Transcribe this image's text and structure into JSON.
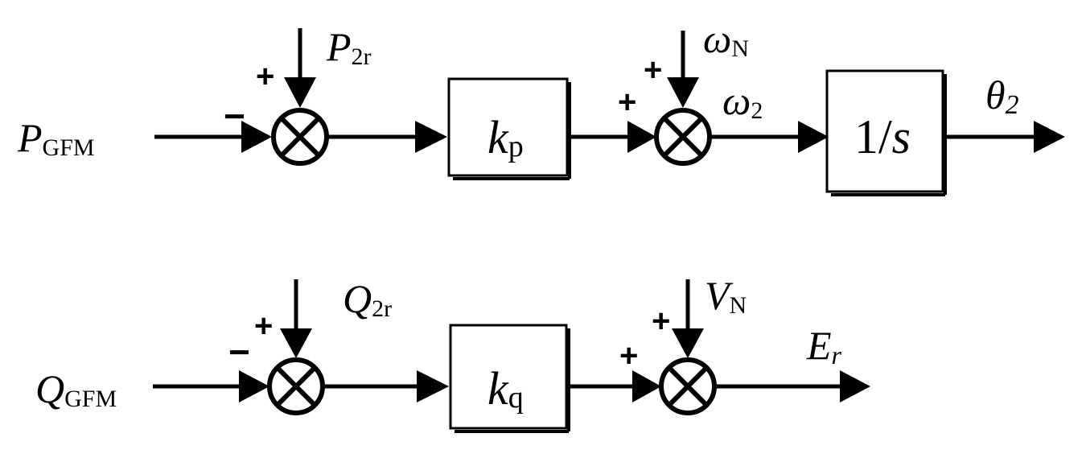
{
  "top_row": {
    "input": {
      "main": "P",
      "sub": "GFM"
    },
    "sum1_ref": {
      "main": "P",
      "sub": "2r"
    },
    "sum1_ref_sign": "+",
    "sum1_input_sign": "−",
    "gain": {
      "main": "k",
      "sub": "p"
    },
    "sum2_ref": {
      "main": "ω",
      "sub": "N"
    },
    "sum2_ref_sign": "+",
    "sum2_input_sign": "+",
    "intermediate": {
      "main": "ω",
      "sub": "2"
    },
    "integrator": {
      "main": "1/",
      "var": "s"
    },
    "output": {
      "main": "θ",
      "sub": "2"
    }
  },
  "bottom_row": {
    "input": {
      "main": "Q",
      "sub": "GFM"
    },
    "sum1_ref": {
      "main": "Q",
      "sub": "2r"
    },
    "sum1_ref_sign": "+",
    "sum1_input_sign": "−",
    "gain": {
      "main": "k",
      "sub": "q"
    },
    "sum2_ref": {
      "main": "V",
      "sub": "N"
    },
    "sum2_ref_sign": "+",
    "sum2_input_sign": "+",
    "output": {
      "main": "E",
      "sub": "r"
    }
  }
}
